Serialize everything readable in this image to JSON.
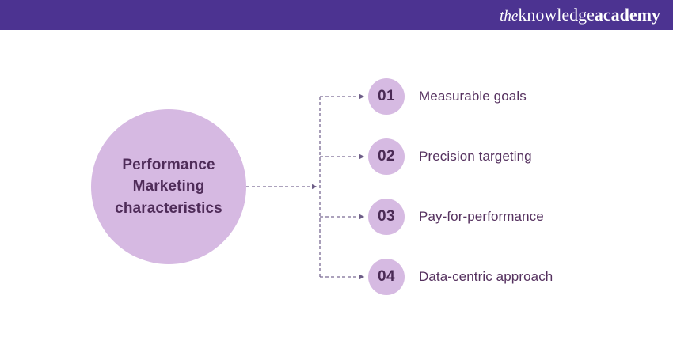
{
  "header": {
    "brand": {
      "the": "the",
      "knowledge": "knowledge",
      "academy": "academy"
    },
    "background_color": "#4c3391"
  },
  "diagram": {
    "type": "radial-list",
    "center": {
      "label": "Performance Marketing characteristics",
      "line1": "Performance",
      "line2": "Marketing",
      "line3": "characteristics",
      "fill_color": "#d6b9e2",
      "text_color": "#4f2c59"
    },
    "connector": {
      "style": "dashed",
      "color": "#7a6a93",
      "arrowheads": true
    },
    "items": [
      {
        "number": "01",
        "label": "Measurable goals",
        "badge_color": "#d6bae2",
        "number_color": "#4a2a55",
        "label_color": "#55315f"
      },
      {
        "number": "02",
        "label": "Precision targeting",
        "badge_color": "#d6bae2",
        "number_color": "#4a2a55",
        "label_color": "#55315f"
      },
      {
        "number": "03",
        "label": "Pay-for-performance",
        "badge_color": "#d6bae2",
        "number_color": "#4a2a55",
        "label_color": "#55315f"
      },
      {
        "number": "04",
        "label": "Data-centric approach",
        "badge_color": "#d6bae2",
        "number_color": "#4a2a55",
        "label_color": "#55315f"
      }
    ]
  }
}
